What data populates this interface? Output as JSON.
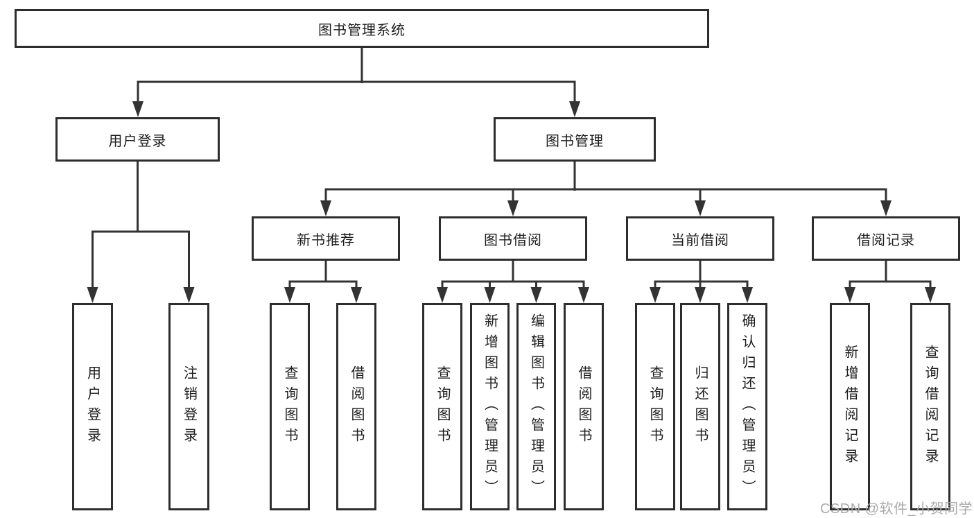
{
  "colors": {
    "line": "#333333",
    "box_border": "#2d2d2d",
    "text": "#1d1d1d",
    "background": "#ffffff",
    "watermark": "#ababab"
  },
  "watermark": {
    "text": "CSDN @软件_小贺同学"
  },
  "tree": {
    "label": "图书管理系统",
    "children": [
      {
        "label": "用户登录",
        "children": [
          {
            "label": "用户登录"
          },
          {
            "label": "注销登录"
          }
        ]
      },
      {
        "label": "图书管理",
        "children": [
          {
            "label": "新书推荐",
            "children": [
              {
                "label": "查询图书"
              },
              {
                "label": "借阅图书"
              }
            ]
          },
          {
            "label": "图书借阅",
            "children": [
              {
                "label": "查询图书"
              },
              {
                "label": "新增图书（管理员）"
              },
              {
                "label": "编辑图书（管理员）"
              },
              {
                "label": "借阅图书"
              }
            ]
          },
          {
            "label": "当前借阅",
            "children": [
              {
                "label": "查询图书"
              },
              {
                "label": "归还图书"
              },
              {
                "label": "确认归还（管理员）"
              }
            ]
          },
          {
            "label": "借阅记录",
            "children": [
              {
                "label": "新增借阅记录"
              },
              {
                "label": "查询借阅记录"
              }
            ]
          }
        ]
      }
    ]
  }
}
